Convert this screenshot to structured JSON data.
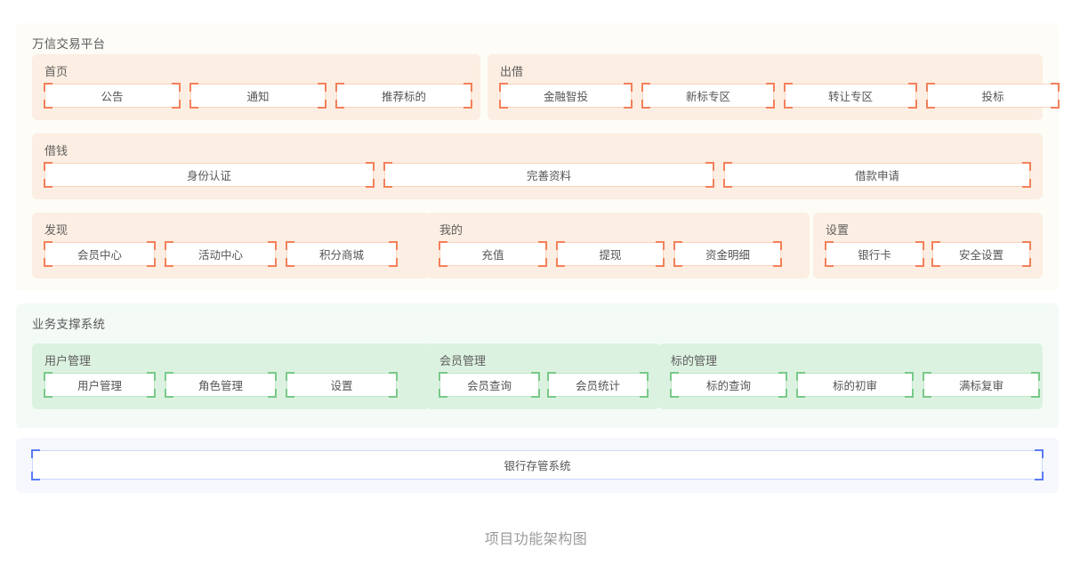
{
  "caption": "项目功能架构图",
  "colors": {
    "orange_accent": "#f4805a",
    "orange_border": "#fad4bf",
    "orange_group_bg": "#fceee2",
    "orange_card_bg": "#fdfcf7",
    "green_accent": "#79c98a",
    "green_border": "#bfe6c6",
    "green_group_bg": "#dcf2e0",
    "green_card_bg": "#f4fbf6",
    "blue_accent": "#5b7cf7",
    "blue_border": "#ccd8fb",
    "blue_card_bg": "#f6f8fe",
    "leaf_bg": "#ffffff",
    "text": "#555555",
    "caption_text": "#9b9b9b"
  },
  "sections": [
    {
      "id": "trading-platform",
      "title": "万信交易平台",
      "theme": "orange",
      "rows": [
        {
          "groups": [
            {
              "title": "首页",
              "items": [
                "公告",
                "通知",
                "推荐标的"
              ]
            },
            {
              "title": "出借",
              "items": [
                "金融智投",
                "新标专区",
                "转让专区",
                "投标"
              ]
            }
          ]
        },
        {
          "groups": [
            {
              "title": "借钱",
              "items": [
                "身份认证",
                "完善资料",
                "借款申请"
              ]
            }
          ]
        },
        {
          "groups": [
            {
              "title": "发现",
              "items": [
                "会员中心",
                "活动中心",
                "积分商城"
              ]
            },
            {
              "title": "我的",
              "items": [
                "充值",
                "提现",
                "资金明细"
              ]
            },
            {
              "title": "设置",
              "items": [
                "银行卡",
                "安全设置"
              ]
            }
          ]
        }
      ]
    },
    {
      "id": "business-support",
      "title": "业务支撑系统",
      "theme": "green",
      "rows": [
        {
          "groups": [
            {
              "title": "用户管理",
              "items": [
                "用户管理",
                "角色管理",
                "设置"
              ]
            },
            {
              "title": "会员管理",
              "items": [
                "会员查询",
                "会员统计"
              ]
            },
            {
              "title": "标的管理",
              "items": [
                "标的查询",
                "标的初审",
                "满标复审"
              ]
            }
          ]
        }
      ]
    },
    {
      "id": "bank-depository",
      "title": "",
      "theme": "blue",
      "rows": [
        {
          "groups": [
            {
              "title": "",
              "items": [
                "银行存管系统"
              ]
            }
          ]
        }
      ]
    }
  ]
}
